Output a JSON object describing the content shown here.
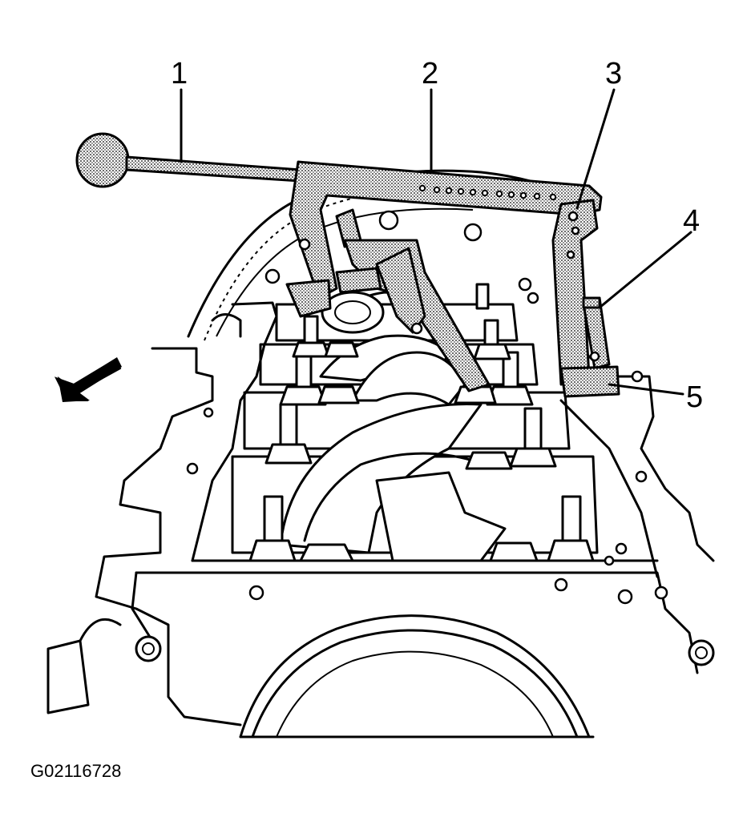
{
  "figure_id": "G02116728",
  "callouts": [
    {
      "label": "1"
    },
    {
      "label": "2"
    },
    {
      "label": "3"
    },
    {
      "label": "4"
    },
    {
      "label": "5"
    }
  ],
  "icons": {
    "direction_arrow": "arrow-down-left-icon"
  },
  "colors": {
    "ink": "#000000",
    "background": "#ffffff"
  }
}
